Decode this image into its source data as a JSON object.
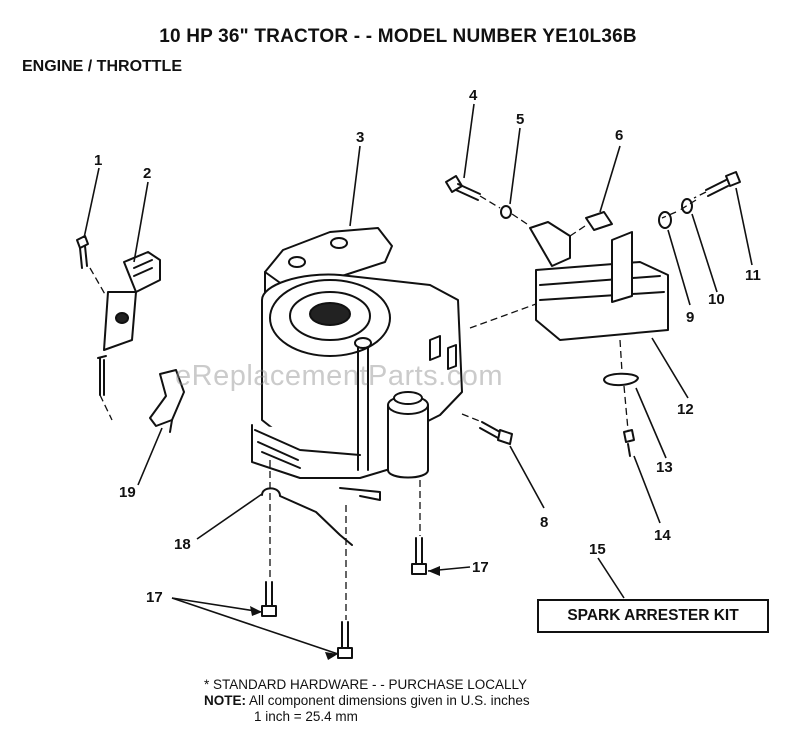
{
  "header": {
    "title": "10 HP 36\" TRACTOR - - MODEL NUMBER YE10L36B",
    "subtitle": "ENGINE / THROTTLE"
  },
  "callouts": [
    "1",
    "2",
    "3",
    "4",
    "5",
    "6",
    "8",
    "9",
    "10",
    "11",
    "12",
    "13",
    "14",
    "15",
    "17",
    "17",
    "18",
    "19"
  ],
  "kit": {
    "label": "SPARK ARRESTER KIT"
  },
  "watermark": "eReplacementParts.com",
  "notes": {
    "hardware": "* STANDARD HARDWARE - - PURCHASE LOCALLY",
    "note_label": "NOTE:",
    "note_text": "All component dimensions given in U.S. inches",
    "conversion": "1 inch = 25.4 mm"
  }
}
